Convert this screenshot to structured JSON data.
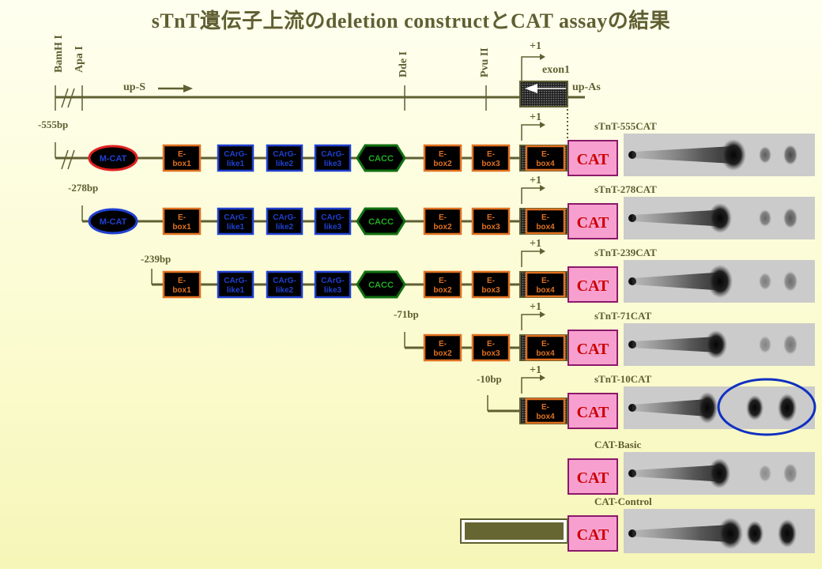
{
  "title": "sTnT遺伝子上流のdeletion constructとCAT assayの結果",
  "map": {
    "sites": [
      {
        "key": "bamh1",
        "label": "BamH I"
      },
      {
        "key": "apa1",
        "label": "Apa I"
      },
      {
        "key": "dde1",
        "label": "Dde I"
      },
      {
        "key": "pvu2",
        "label": "Pvu II"
      }
    ],
    "plus_one": "+1",
    "exon": "exon1",
    "primer_fwd": "up-S",
    "primer_rev": "up-As"
  },
  "elements": {
    "mcat": "M-CAT",
    "ebox1": "E-box1",
    "ebox2": "E-box2",
    "ebox3": "E-box3",
    "ebox4": "E-box4",
    "carg1": "CArG-like1",
    "carg2": "CArG-like2",
    "carg3": "CArG-like3",
    "cacc": "CACC",
    "cat": "CAT"
  },
  "constructs": [
    {
      "name": "sTnT-555CAT",
      "start": "-555bp",
      "plus_one": "+1",
      "cat": "CAT"
    },
    {
      "name": "sTnT-278CAT",
      "start": "-278bp",
      "plus_one": "+1",
      "cat": "CAT"
    },
    {
      "name": "sTnT-239CAT",
      "start": "-239bp",
      "plus_one": "+1",
      "cat": "CAT"
    },
    {
      "name": "sTnT-71CAT",
      "start": "-71bp",
      "plus_one": "+1",
      "cat": "CAT"
    },
    {
      "name": "sTnT-10CAT",
      "start": "-10bp",
      "plus_one": "+1",
      "cat": "CAT"
    },
    {
      "name": "CAT-Basic",
      "cat": "CAT"
    },
    {
      "name": "CAT-Control",
      "cat": "CAT"
    }
  ],
  "colors": {
    "line": "#5f5f32",
    "ebox_border": "#e07020",
    "carg_border": "#2040d0",
    "cacc_border": "#107010",
    "cat_fill": "#f7a0cf",
    "cat_border": "#8a1a6a",
    "cat_text": "#cc0000",
    "mcat_red": "#e02020",
    "mcat_blue": "#2040d0",
    "highlight": "#1030c0"
  }
}
